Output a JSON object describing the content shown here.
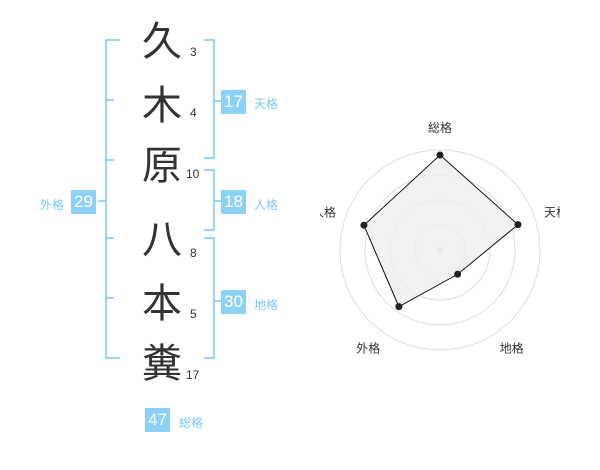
{
  "surname": [
    {
      "char": "久",
      "strokes": "3"
    },
    {
      "char": "木",
      "strokes": "4"
    },
    {
      "char": "原",
      "strokes": "10"
    }
  ],
  "given_name": [
    {
      "char": "八",
      "strokes": "8"
    },
    {
      "char": "本",
      "strokes": "5"
    },
    {
      "char": "糞",
      "strokes": "17"
    }
  ],
  "kakusu": {
    "tenkaku": {
      "value": "17",
      "label": "天格"
    },
    "jinkaku": {
      "value": "18",
      "label": "人格"
    },
    "chikaku": {
      "value": "30",
      "label": "地格"
    },
    "gaikaku": {
      "value": "29",
      "label": "外格"
    },
    "soukaku": {
      "value": "47",
      "label": "総格"
    }
  },
  "colors": {
    "bracket": "#7cc7f2",
    "badge": "#8dd0f8",
    "radar_fill": "#eeeeee",
    "radar_stroke": "#111111"
  },
  "chart_data": {
    "type": "radar",
    "axes": [
      "総格",
      "天格",
      "地格",
      "外格",
      "人格"
    ],
    "values": [
      0.95,
      0.82,
      0.3,
      0.7,
      0.8
    ],
    "range": [
      0,
      1
    ],
    "rings": 4
  }
}
